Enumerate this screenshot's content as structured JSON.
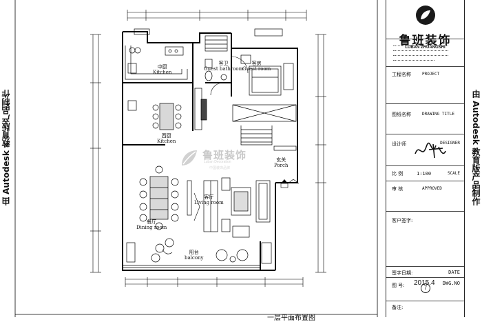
{
  "side_text": {
    "left": "由 Autodesk 教育版产品制作",
    "right": "由 Autodesk 教育版产品制作"
  },
  "rooms": {
    "kitchen_top": {
      "cn": "中厨",
      "en": "Kitchen"
    },
    "guest_bath": {
      "cn": "客卫",
      "en": "Guest bathroom"
    },
    "guest_room": {
      "cn": "客房",
      "en": "Guest room"
    },
    "kitchen_west": {
      "cn": "西厨",
      "en": "Kitchen"
    },
    "porch": {
      "cn": "玄关",
      "en": "Porch"
    },
    "living": {
      "cn": "客厅",
      "en": "Living room"
    },
    "dining": {
      "cn": "餐厅",
      "en": "Dining room"
    },
    "balcony": {
      "cn": "阳台",
      "en": "balcony"
    }
  },
  "watermark": {
    "cn": "鲁班装饰",
    "en": "Luban Decoration",
    "sub": "中国装饰品牌"
  },
  "title_block": {
    "logo_cn": "鲁班装饰",
    "logo_en": "LUBAN ZHUANGSHI",
    "project_label": "工程名称",
    "project_value": "PROJECT",
    "drawing_label": "图纸名称",
    "drawing_value": "DRAWING TITLE",
    "designer_label": "设计师",
    "designer_value": "DESIGNER",
    "scale_label": "比  例",
    "scale_value": "1:100",
    "scale_tag": "SCALE",
    "approved_label": "审  核",
    "approved_value": "APPROVED",
    "client_label": "客户签字:",
    "date_label": "签字日期:",
    "date_tag": "DATE",
    "date_value": "2015.4",
    "dwg_label": "图  号:",
    "dwg_tag": "DWG.NO",
    "dwg_value": "7",
    "notes_label": "备注:"
  },
  "bottom_caption": "一层平面布置图"
}
